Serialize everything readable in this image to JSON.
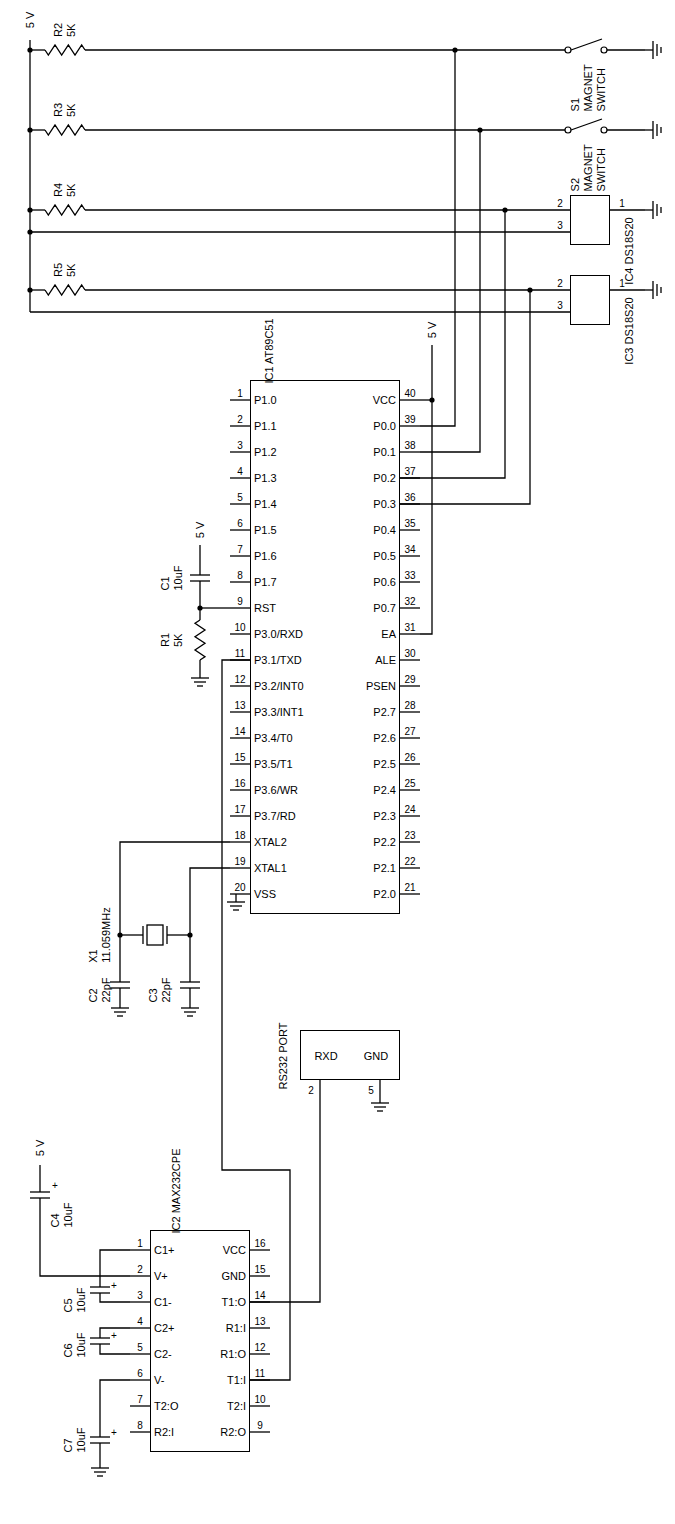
{
  "diagram": {
    "nodes": [
      {
        "text": [
          "IC4 DS18S20"
        ]
      },
      {
        "text": [
          "IC3 DS18S20"
        ]
      },
      {
        "text": [
          "IC1 AT89C51"
        ]
      },
      {
        "text": [
          "RS232 PORT",
          "RXD",
          "GND"
        ]
      },
      {
        "text": [
          "IC2 MAX232CPE"
        ]
      }
    ],
    "edges": [
      {
        "from": 2,
        "to": 0,
        "arrow": "none"
      },
      {
        "from": 2,
        "to": 1,
        "arrow": "none"
      },
      {
        "from": 2,
        "to": 4,
        "arrow": "none"
      },
      {
        "from": 4,
        "to": 3,
        "arrow": "none"
      }
    ],
    "labels": [
      "5 V",
      "R2 5K",
      "R3 5K",
      "R4 5K",
      "R5 5K",
      "S1 MAGNET SWITCH",
      "S2 MAGNET SWITCH",
      "2",
      "3",
      "1",
      "2",
      "3",
      "1",
      "5 V",
      "1",
      "2",
      "3",
      "4",
      "5",
      "6",
      "7",
      "8",
      "9",
      "10",
      "11",
      "12",
      "13",
      "14",
      "15",
      "16",
      "17",
      "18",
      "19",
      "20",
      "P1.0",
      "P1.1",
      "P1.2",
      "P1.3",
      "P1.4",
      "P1.5",
      "P1.6",
      "P1.7",
      "RST",
      "P3.0/RXD",
      "P3.1/TXD",
      "P3.2/INT0",
      "P3.3/INT1",
      "P3.4/T0",
      "P3.5/T1",
      "P3.6/WR",
      "P3.7/RD",
      "XTAL2",
      "XTAL1",
      "VSS",
      "40",
      "39",
      "38",
      "37",
      "36",
      "35",
      "34",
      "33",
      "32",
      "31",
      "30",
      "29",
      "28",
      "27",
      "26",
      "25",
      "24",
      "23",
      "22",
      "21",
      "VCC",
      "P0.0",
      "P0.1",
      "P0.2",
      "P0.3",
      "P0.4",
      "P0.5",
      "P0.6",
      "P0.7",
      "EA",
      "ALE",
      "PSEN",
      "P2.7",
      "P2.6",
      "P2.5",
      "P2.4",
      "P2.3",
      "P2.2",
      "P2.1",
      "P2.0",
      "5 V",
      "C1 10uF",
      "R1 5K",
      "X1 11.059MHz",
      "C2 22pF",
      "C3 22pF",
      "2",
      "5",
      "5 V",
      "C4 10uF",
      "+",
      "C5 10uF",
      "+",
      "C6 10uF",
      "+",
      "C7 10uF",
      "+",
      "1",
      "2",
      "3",
      "4",
      "5",
      "6",
      "7",
      "8",
      "C1+",
      "V+",
      "C1-",
      "C2+",
      "C2-",
      "V-",
      "T2:O",
      "R2:I",
      "16",
      "15",
      "14",
      "13",
      "12",
      "11",
      "10",
      "9",
      "VCC",
      "GND",
      "T1:O",
      "R1:I",
      "R1:O",
      "T1:I",
      "T2:I",
      "R2:O"
    ]
  }
}
